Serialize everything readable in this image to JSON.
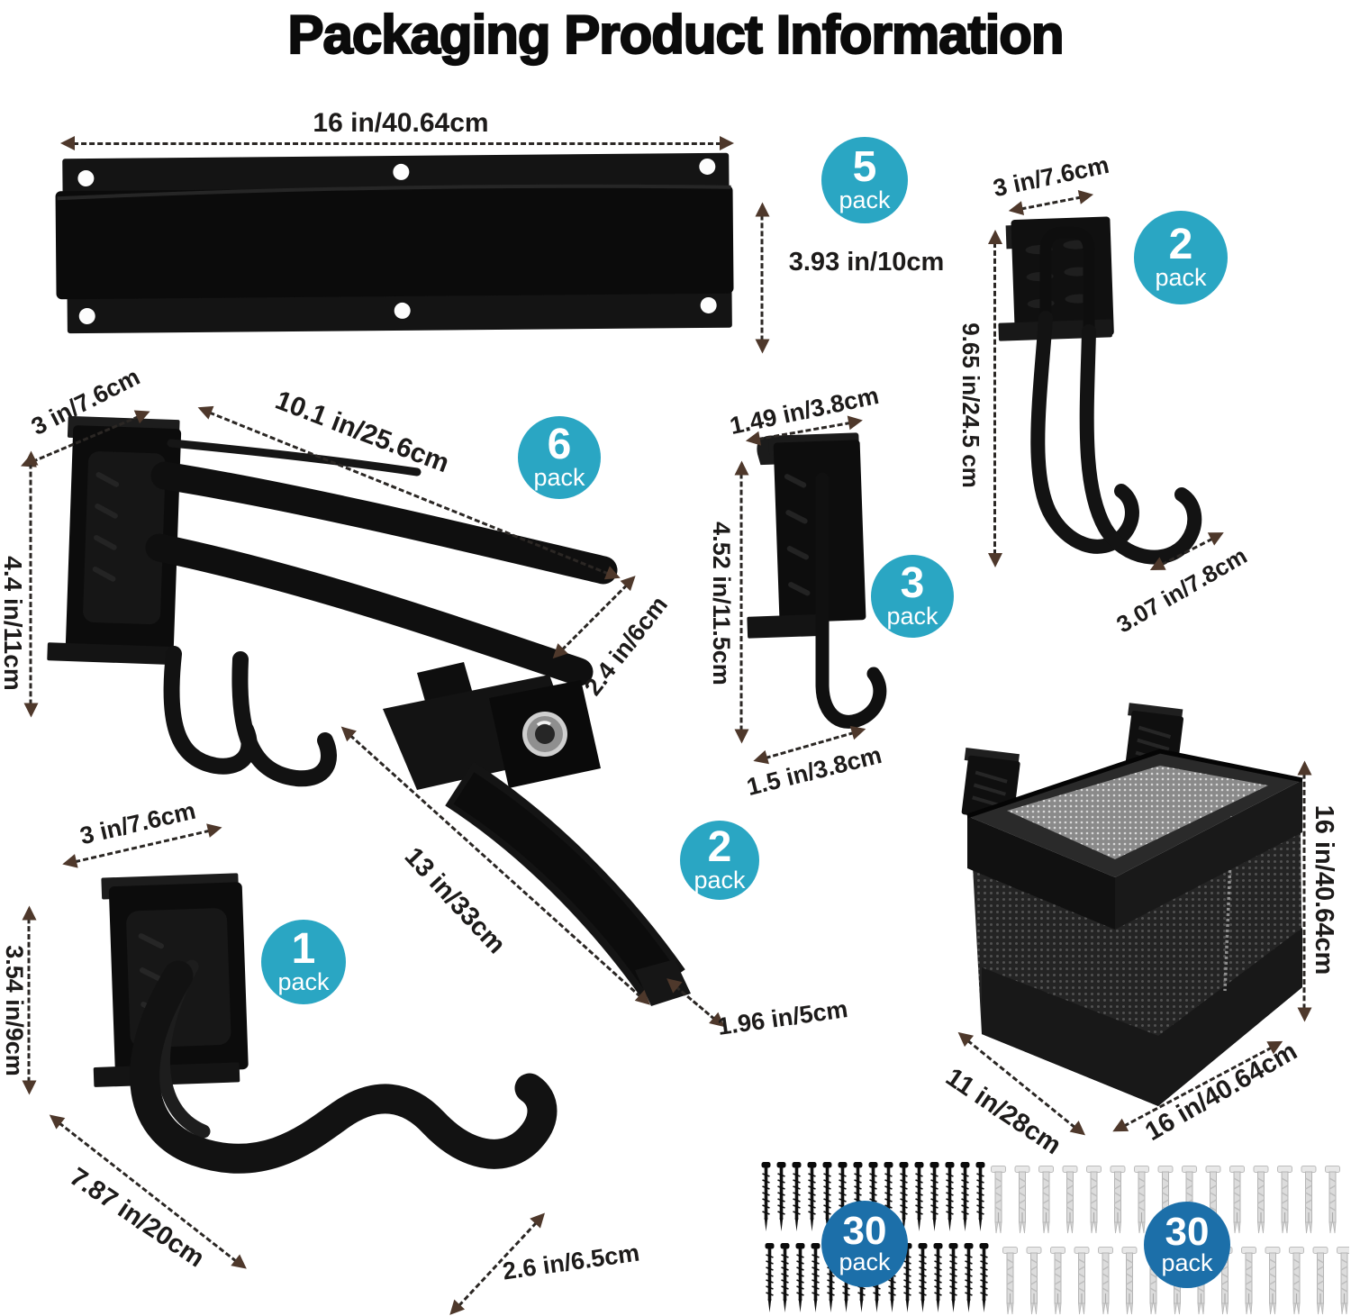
{
  "title": "Packaging Product Information",
  "pack_word": "pack",
  "colors": {
    "badge_teal": "#2aa6c3",
    "badge_blue": "#1c6fa9",
    "arrow_line": "#2b2724",
    "arrow_head": "#4e382b",
    "label_text": "#1d1b1a",
    "product_black": "#101010",
    "anchor_gray": "#dcdcdc"
  },
  "items": {
    "rail": {
      "name": "wall mount rail",
      "pack": "5",
      "dims": {
        "width": "16 in/40.64cm",
        "height": "3.93 in/10cm"
      }
    },
    "utility_hook": {
      "name": "curved utility hook",
      "pack": "2",
      "dims": {
        "width": "3 in/7.6cm",
        "height": "9.65 in/24.5 cm",
        "hook_depth": "3.07 in/7.8cm"
      }
    },
    "tool_hanger": {
      "name": "double-arm tool hanger",
      "pack": "6",
      "dims": {
        "width": "3 in/7.6cm",
        "arm_length": "10.1 in/25.6cm",
        "height": "4.4 in/11cm",
        "hook_depth": "2.4 in/6cm"
      }
    },
    "j_hook": {
      "name": "J hook",
      "pack": "3",
      "dims": {
        "width": "1.49 in/3.8cm",
        "height": "4.52 in/11.5cm",
        "hook_depth": "1.5 in/3.8cm"
      }
    },
    "strap": {
      "name": "hanging strap with grommet",
      "pack": "2",
      "dims": {
        "length": "13 in/33cm",
        "width": "1.96 in/5cm"
      }
    },
    "bike_hook": {
      "name": "large curved bike hook",
      "pack": "1",
      "dims": {
        "width": "3 in/7.6cm",
        "height": "3.54 in/9cm",
        "length": "7.87 in/20cm",
        "hook_depth": "2.6 in/6.5cm"
      }
    },
    "basket": {
      "name": "mesh storage basket",
      "dims": {
        "height": "16 in/40.64cm",
        "depth": "11 in/28cm",
        "width": "16 in/40.64cm"
      }
    },
    "screws": {
      "name": "mounting screws",
      "pack": "30",
      "per_row": 15,
      "rows": 2
    },
    "anchors": {
      "name": "wall anchors",
      "pack": "30",
      "per_row": 15,
      "rows": 2
    }
  }
}
